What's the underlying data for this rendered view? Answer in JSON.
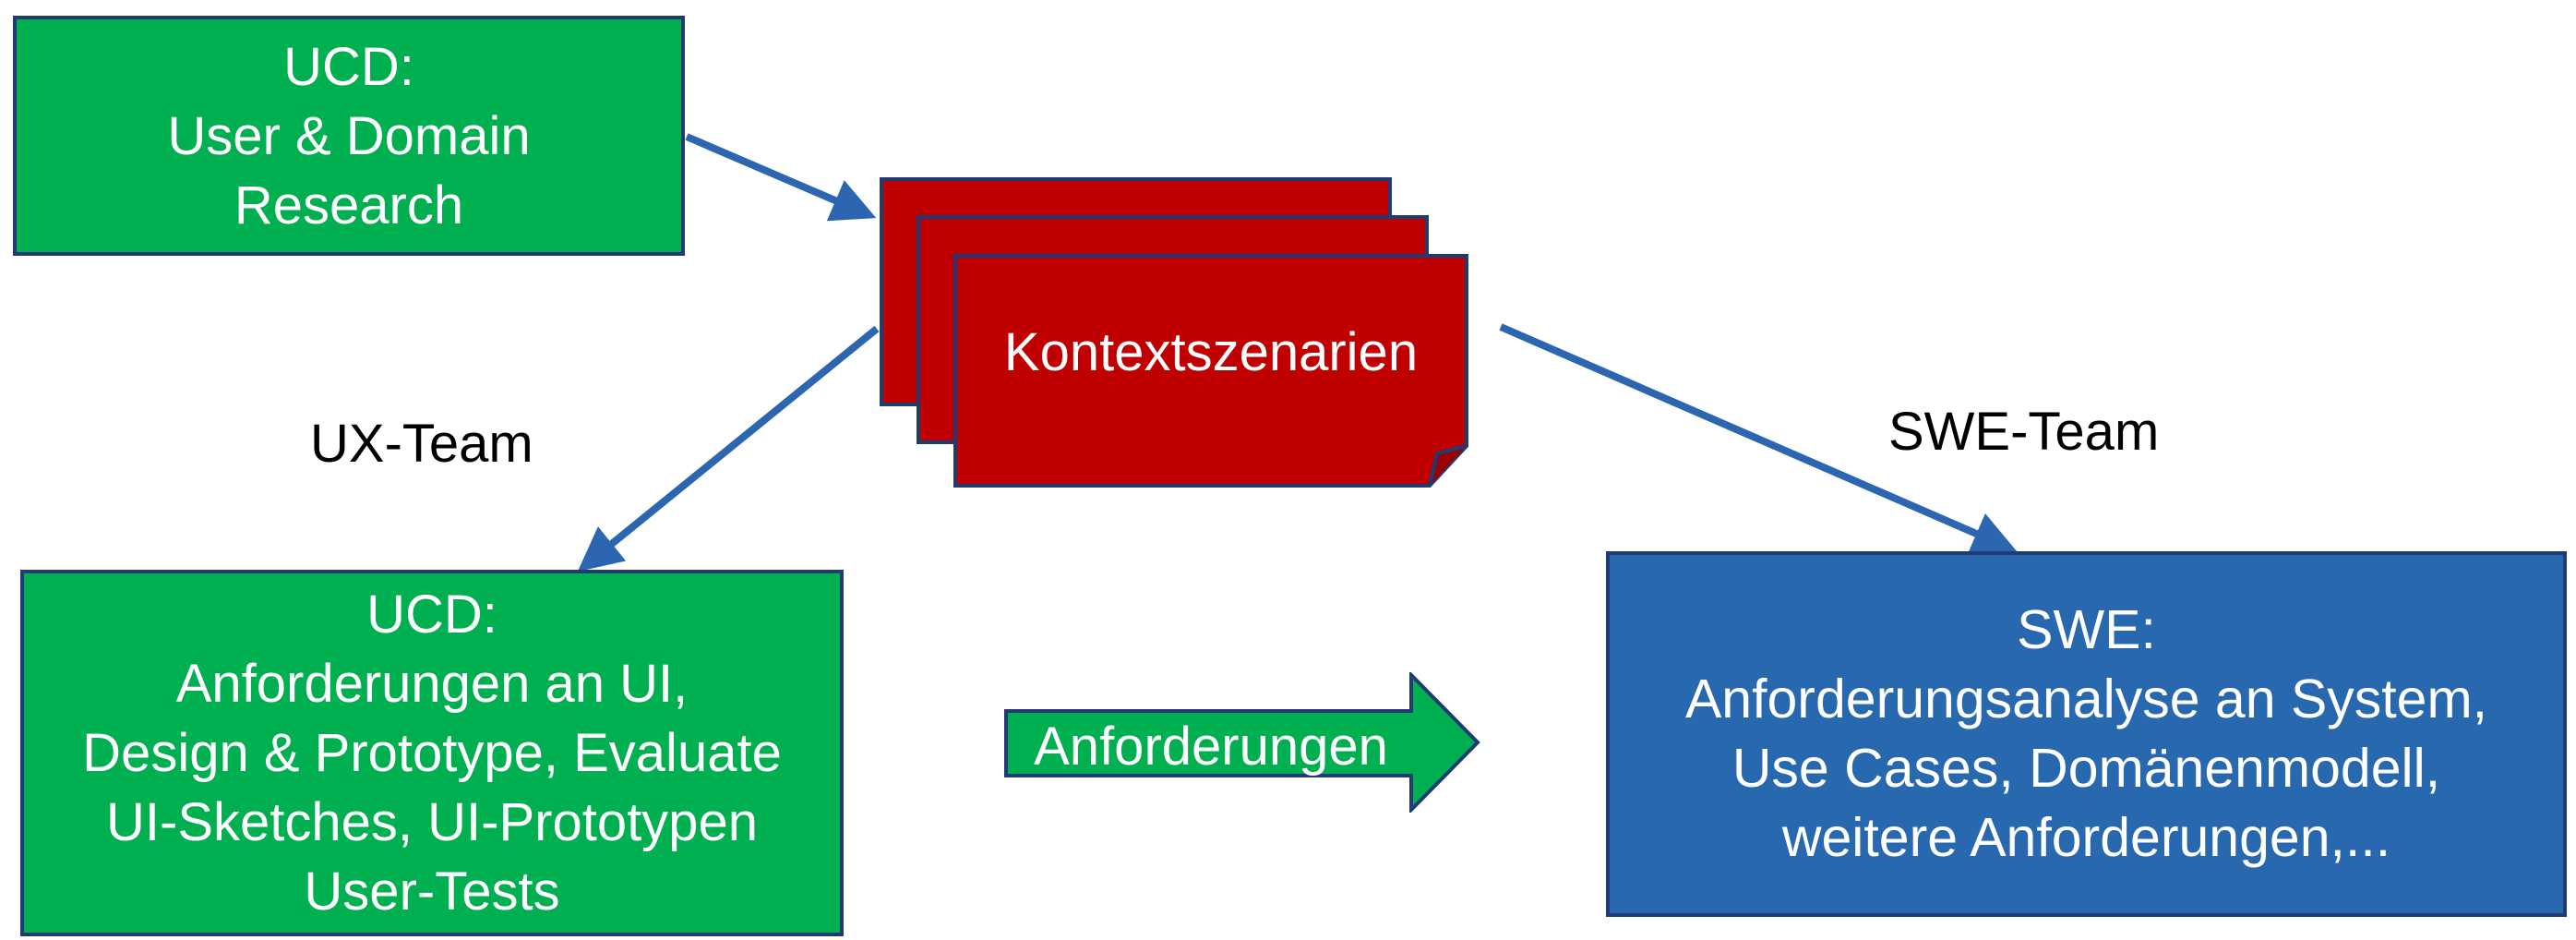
{
  "colors": {
    "green": "#00b050",
    "blue": "#2868ae",
    "red": "#c00000",
    "border": "#1f3b73",
    "connector": "#2d66b0"
  },
  "boxes": {
    "ucd_research": {
      "lines": [
        "UCD:",
        "User & Domain",
        "Research"
      ]
    },
    "ucd_requirements": {
      "lines": [
        "UCD:",
        "Anforderungen an UI,",
        "Design & Prototype, Evaluate",
        "UI-Sketches, UI-Prototypen",
        "User-Tests"
      ]
    },
    "swe": {
      "lines": [
        "SWE:",
        "Anforderungsanalyse an System,",
        "Use Cases, Domänenmodell,",
        "weitere Anforderungen,..."
      ]
    }
  },
  "documents": {
    "label": "Kontextszenarien"
  },
  "labels": {
    "ux_team": "UX-Team",
    "swe_team": "SWE-Team"
  },
  "block_arrow": {
    "label": "Anforderungen"
  }
}
